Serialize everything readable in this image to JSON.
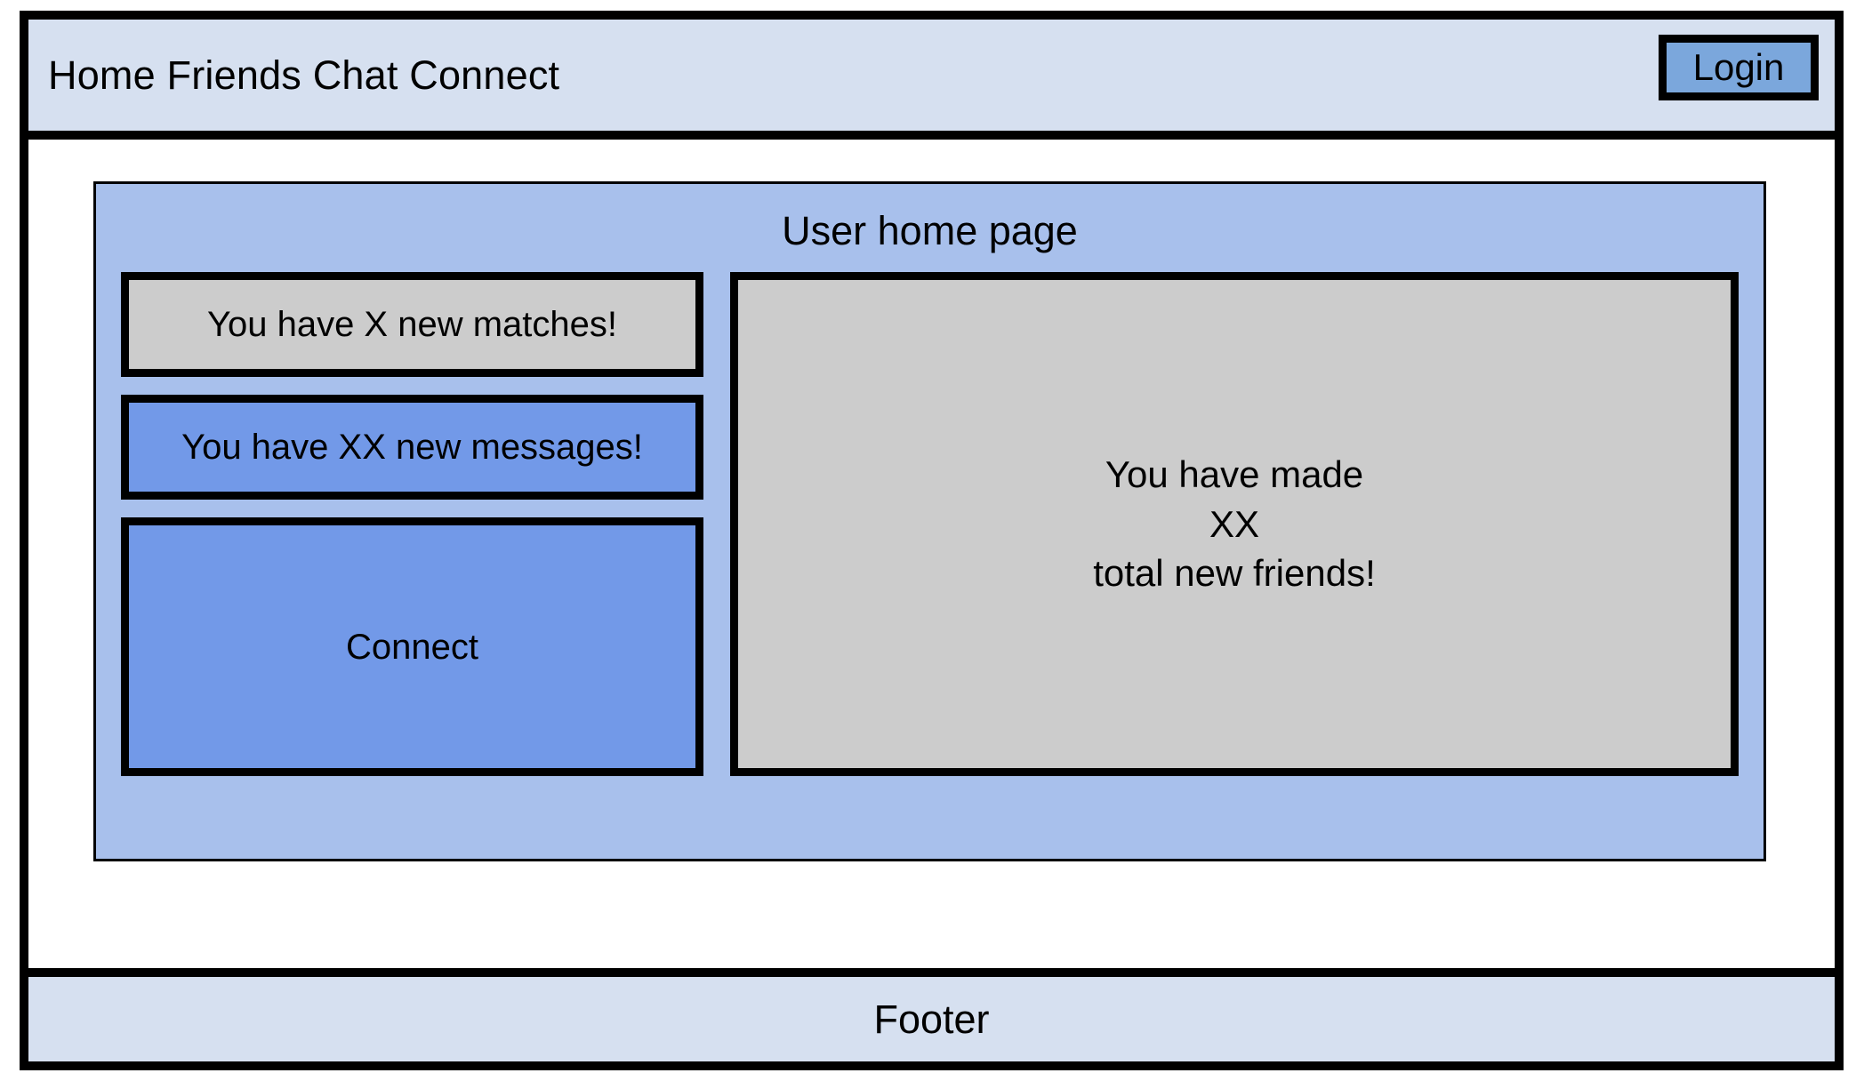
{
  "window": {
    "frame_border_color": "#000000",
    "background_color": "#ffffff"
  },
  "header": {
    "background_color": "#d6e0f0",
    "nav_text": "Home Friends Chat Connect",
    "nav_items": [
      "Home",
      "Friends",
      "Chat",
      "Connect"
    ],
    "login_button": {
      "label": "Login",
      "background_color": "#7ba7dc"
    }
  },
  "main": {
    "panel": {
      "title": "User home page",
      "background_color": "#a8c0ec"
    },
    "left_column": {
      "tiles": [
        {
          "label": "You have X new matches!",
          "background_color": "#cccccc"
        },
        {
          "label": "You have XX new messages!",
          "background_color": "#7299e8"
        },
        {
          "label": "Connect",
          "background_color": "#7299e8"
        }
      ]
    },
    "right_column": {
      "background_color": "#cccccc",
      "lines": [
        "You have made",
        "XX",
        "total new friends!"
      ]
    }
  },
  "footer": {
    "label": "Footer",
    "background_color": "#d6e0f0"
  }
}
